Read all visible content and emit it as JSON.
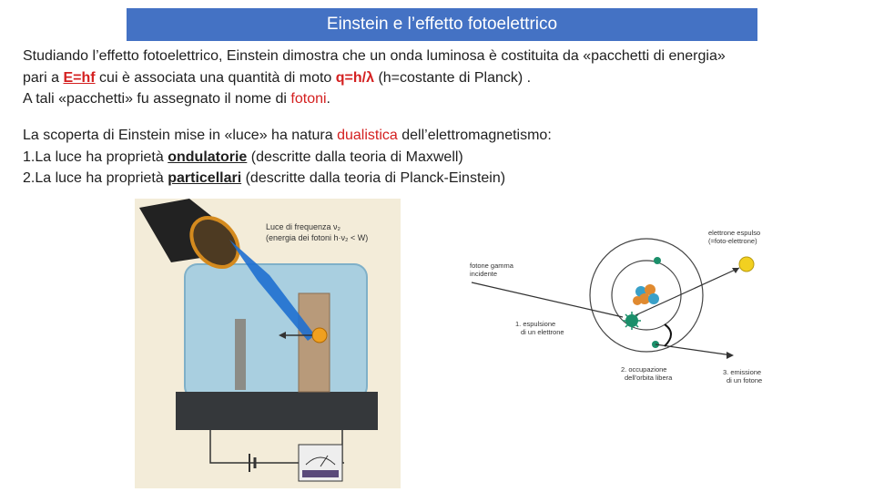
{
  "slide": {
    "title": "Einstein e l’effetto fotoelettrico",
    "para1": {
      "l1": "Studiando l’effetto fotoelettrico, Einstein dimostra che un onda luminosa è costituita da «pacchetti di energia»",
      "l2_a": "pari a ",
      "l2_formula1": "E=hf",
      "l2_b": " cui è associata una quantità di moto ",
      "l2_formula2": "q=h/λ",
      "l2_c": "  (h=costante di Planck) .",
      "l3_a": "A tali «pacchetti» fu assegnato il nome di ",
      "l3_fotoni": "fotoni",
      "l3_b": "."
    },
    "para2": {
      "l1_a": "La scoperta di Einstein mise in «luce» ha natura ",
      "l1_dualistica": "dualistica",
      "l1_b": " dell’elettromagnetismo:",
      "l2_a": "1.La luce ha proprietà ",
      "l2_key": "ondulatorie",
      "l2_b": "  (descritte dalla teoria di Maxwell)",
      "l3_a": "2.La luce ha proprietà ",
      "l3_key": "particellari",
      "l3_b": " (descritte dalla teoria di Planck-Einstein)"
    }
  },
  "figure_left": {
    "label_line1": "Luce di frequenza ν₂",
    "label_line2": "(energia dei fotoni h·ν₂ < W)"
  },
  "figure_right": {
    "label_photon": [
      "fotone gamma",
      "incidente"
    ],
    "label_electron": [
      "elettrone espulso",
      "(=foto-elettrone)"
    ],
    "label_1": [
      "1. espulsione",
      "di un elettrone"
    ],
    "label_2": [
      "2. occupazione",
      "dell'orbita libera"
    ],
    "label_3": [
      "3. emissione",
      "di un fotone"
    ]
  },
  "colors": {
    "title_bg": "#4472c4",
    "highlight": "#d42020"
  }
}
